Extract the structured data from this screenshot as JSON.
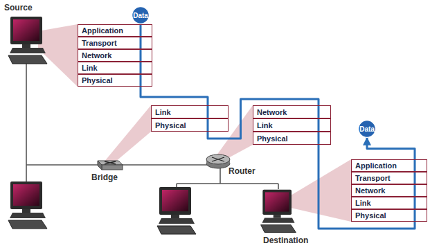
{
  "diagram": {
    "nodes": [
      {
        "text": [
          "Data"
        ]
      },
      {
        "text": [
          "Application"
        ]
      },
      {
        "text": [
          "Transport"
        ]
      },
      {
        "text": [
          "Network"
        ]
      },
      {
        "text": [
          "Link"
        ]
      },
      {
        "text": [
          "Physical"
        ]
      },
      {
        "text": [
          "Link"
        ]
      },
      {
        "text": [
          "Physical"
        ]
      },
      {
        "text": [
          "Network"
        ]
      },
      {
        "text": [
          "Link"
        ]
      },
      {
        "text": [
          "Physical"
        ]
      },
      {
        "text": [
          "Data"
        ]
      },
      {
        "text": [
          "Application"
        ]
      },
      {
        "text": [
          "Transport"
        ]
      },
      {
        "text": [
          "Network"
        ]
      },
      {
        "text": [
          "Link"
        ]
      },
      {
        "text": [
          "Physical"
        ]
      }
    ],
    "edges": [
      {
        "from": 0,
        "to": 11,
        "arrow": "to"
      }
    ],
    "labels": [
      "Source",
      "Bridge",
      "Router",
      "Destination"
    ]
  }
}
